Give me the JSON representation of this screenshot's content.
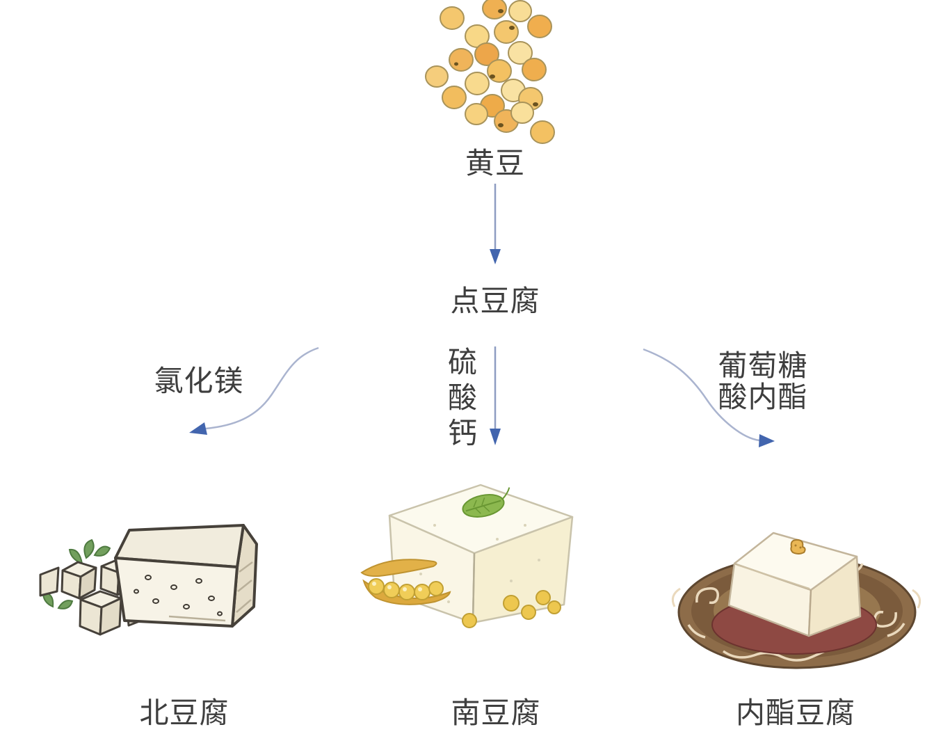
{
  "diagram": {
    "nodes": {
      "source": "黄豆",
      "process": "点豆腐",
      "product_left": "北豆腐",
      "product_center": "南豆腐",
      "product_right": "内酯豆腐"
    },
    "coagulants": {
      "left": "氯化镁",
      "center": "硫酸钙",
      "right_lines": [
        "葡萄糖",
        "酸内酯"
      ]
    },
    "illustrations": {
      "top": "soybeans-illustration",
      "left": "firm-tofu-cubes-illustration",
      "center": "soft-tofu-block-illustration",
      "right": "silken-tofu-on-plate-illustration"
    },
    "colors": {
      "text": "#3e3e3e",
      "arrow_head": "#4265ae",
      "arrow_line": "#8e9dc1",
      "curve_line": "#aab4cf",
      "soybean_fill": "#f3c162",
      "soybean_stroke": "#a8935a",
      "tofu_cream": "#f7f3e7",
      "leaf_green": "#8cb84f",
      "plate_brown": "#8d6c49",
      "sauce_maroon": "#8e4943",
      "background": "#ffffff"
    }
  }
}
